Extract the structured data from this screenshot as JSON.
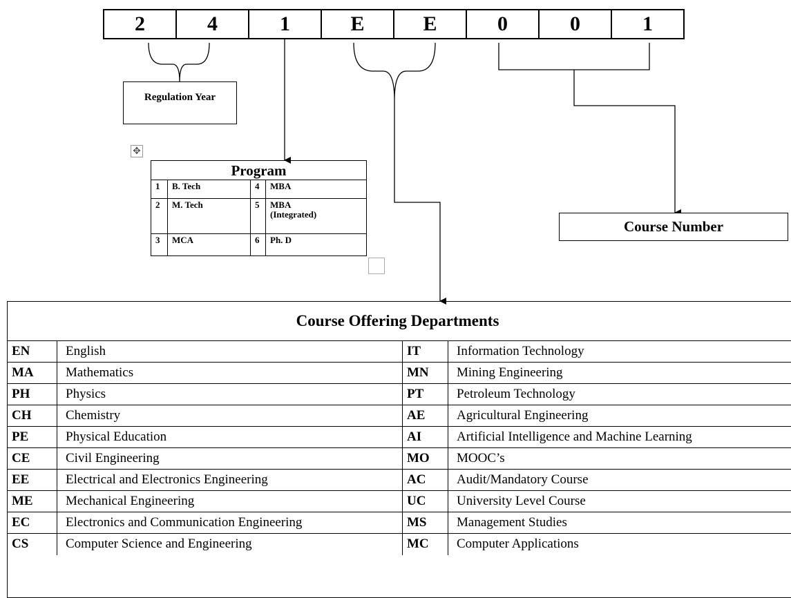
{
  "code_digits": [
    "2",
    "4",
    "1",
    "E",
    "E",
    "0",
    "0",
    "1"
  ],
  "regulation_label": "Regulation Year",
  "course_number_label": "Course Number",
  "program": {
    "title": "Program",
    "rows": [
      {
        "n1": "1",
        "name1": "B. Tech",
        "n2": "4",
        "name2": "MBA"
      },
      {
        "n1": "2",
        "name1": "M. Tech",
        "n2": "5",
        "name2": "MBA (Integrated)"
      },
      {
        "n1": "3",
        "name1": "MCA",
        "n2": "6",
        "name2": "Ph. D"
      }
    ]
  },
  "departments": {
    "title": "Course Offering Departments",
    "rows": [
      {
        "c1": "EN",
        "n1": "English",
        "c2": "IT",
        "n2": "Information Technology"
      },
      {
        "c1": "MA",
        "n1": "Mathematics",
        "c2": "MN",
        "n2": "Mining Engineering"
      },
      {
        "c1": "PH",
        "n1": "Physics",
        "c2": "PT",
        "n2": "Petroleum Technology"
      },
      {
        "c1": "CH",
        "n1": "Chemistry",
        "c2": "AE",
        "n2": "Agricultural Engineering"
      },
      {
        "c1": "PE",
        "n1": "Physical Education",
        "c2": "AI",
        "n2": "Artificial Intelligence and Machine Learning"
      },
      {
        "c1": "CE",
        "n1": "Civil Engineering",
        "c2": "MO",
        "n2": "MOOC’s"
      },
      {
        "c1": "EE",
        "n1": "Electrical and Electronics Engineering",
        "c2": "AC",
        "n2": "Audit/Mandatory Course"
      },
      {
        "c1": "ME",
        "n1": "Mechanical Engineering",
        "c2": "UC",
        "n2": "University Level Course"
      },
      {
        "c1": "EC",
        "n1": "Electronics and Communication Engineering",
        "c2": "MS",
        "n2": "Management Studies"
      },
      {
        "c1": "CS",
        "n1": "Computer Science and Engineering",
        "c2": "MC",
        "n2": "Computer Applications"
      }
    ]
  }
}
